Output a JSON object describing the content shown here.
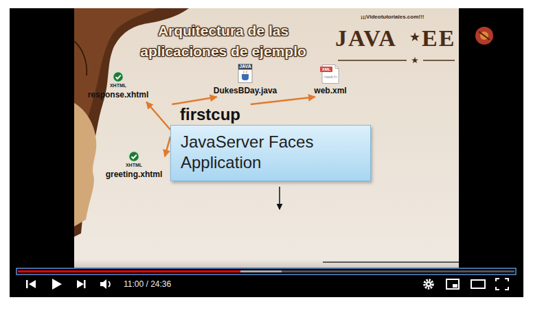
{
  "diagram": {
    "title": "Arquitectura de las aplicaciones de ejemplo",
    "nodes": [
      {
        "text": [
          "XHTML",
          "response.xhtml"
        ]
      },
      {
        "text": [
          "JAVA",
          "DukesBDay.java"
        ]
      },
      {
        "text": [
          "XML",
          "<xml />",
          "web.xml"
        ]
      },
      {
        "text": [
          "firstcup",
          "JavaServer Faces Application"
        ]
      },
      {
        "text": [
          "XHTML",
          "greeting.xhtml"
        ]
      }
    ],
    "edges": [
      {
        "from": 3,
        "to": 0,
        "arrow": "to"
      },
      {
        "from": 3,
        "to": 1,
        "arrow": "to"
      },
      {
        "from": 3,
        "to": 2,
        "arrow": "to"
      },
      {
        "from": 3,
        "to": 4,
        "arrow": "to"
      }
    ],
    "labels": [
      "¡¡¡Videotutoriales.com!!!",
      "JAVA",
      "EE",
      "11:00 / 24:36"
    ]
  }
}
